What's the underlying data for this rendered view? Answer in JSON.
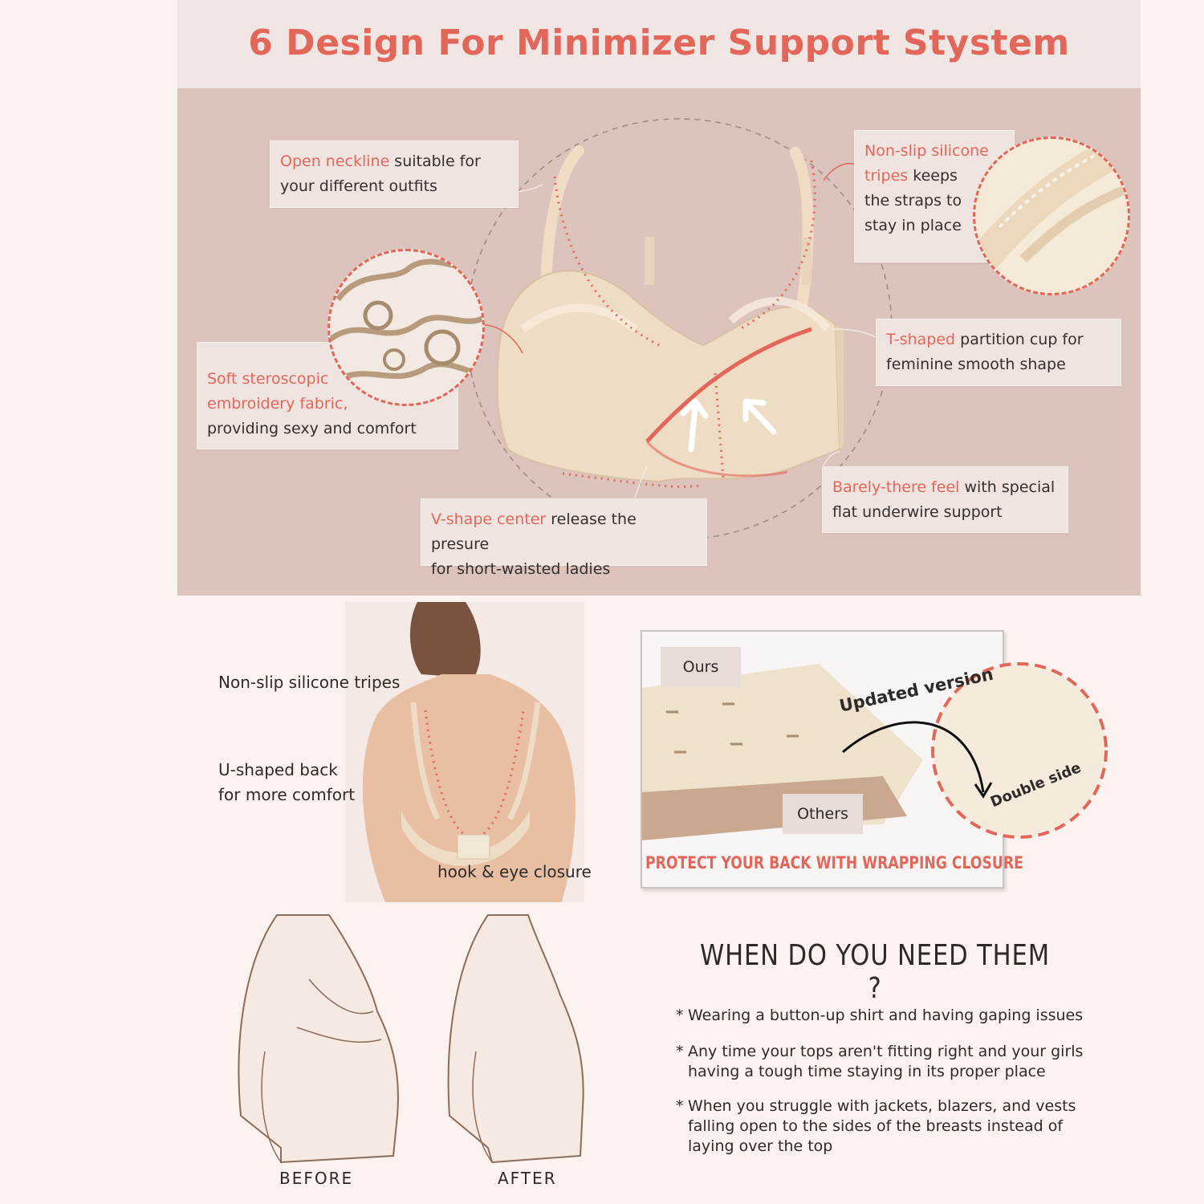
{
  "title": "6 Design For Minimizer Support Stystem",
  "callouts": {
    "neckline": {
      "highlight": "Open neckline",
      "rest1": " suitable for",
      "line2": "your different outfits"
    },
    "silicone": {
      "hl1": "Non-slip silicone",
      "hl2": "tripes",
      "rest2": " keeps",
      "line3": "the straps to",
      "line4": "stay in place"
    },
    "tshaped": {
      "highlight": "T-shaped",
      "rest1": " partition cup for",
      "line2": "feminine smooth shape"
    },
    "embroidery": {
      "hl1": "Soft steroscopic",
      "hl2": "embroidery fabric,",
      "line3": "providing sexy and comfort"
    },
    "barely": {
      "highlight": "Barely-there feel",
      "rest1": " with special",
      "line2": "flat underwire support"
    },
    "vshape": {
      "highlight": "V-shape center",
      "rest1": " release the presure",
      "line2": "for short-waisted ladies"
    }
  },
  "back": {
    "label_silicone": "Non-slip silicone tripes",
    "label_ushaped_1": "U-shaped back",
    "label_ushaped_2": "for more comfort",
    "label_hook": "hook & eye closure"
  },
  "closure": {
    "ours": "Ours",
    "others": "Others",
    "updated": "Updated version",
    "double_side": "Double side",
    "protect": "PROTECT YOUR BACK WITH WRAPPING CLOSURE"
  },
  "when": {
    "title": "WHEN DO YOU NEED THEM ?",
    "bullets": [
      {
        "line1": "Wearing a button-up shirt and having gaping issues",
        "line2": "",
        "line3": ""
      },
      {
        "line1": "Any time your tops aren't fitting right and your girls",
        "line2": "having a tough time staying in its proper place",
        "line3": ""
      },
      {
        "line1": "When you struggle with jackets, blazers, and vests",
        "line2": "falling open to the sides of the breasts instead of",
        "line3": "laying over the top"
      }
    ]
  },
  "captions": {
    "before": "BEFORE",
    "after": "AFTER"
  },
  "colors": {
    "accent": "#e2675a",
    "panel": "#dcc3bc",
    "header": "#f0e6e3",
    "background": "#fcf3f1"
  }
}
